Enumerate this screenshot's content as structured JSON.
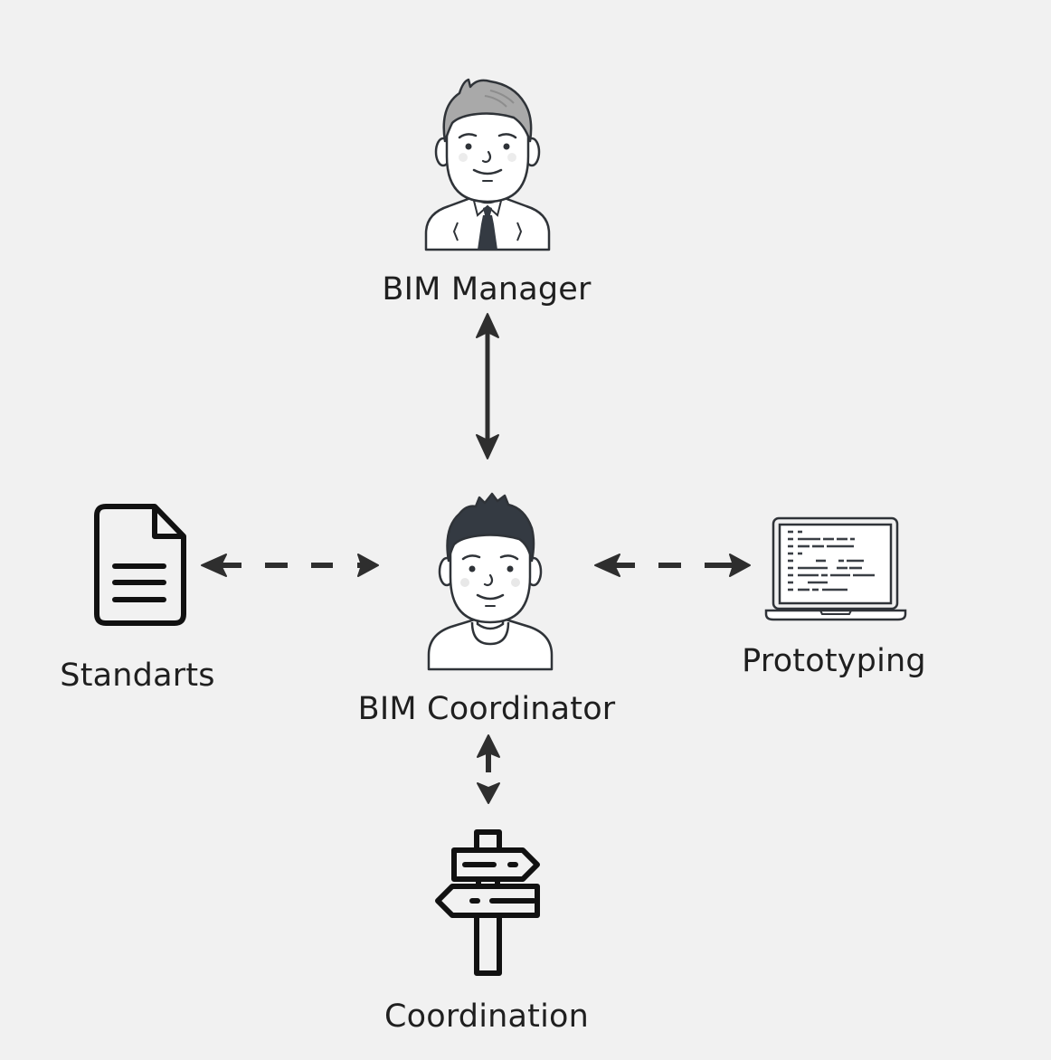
{
  "diagram": {
    "nodes": [
      {
        "id": "bim-manager",
        "label": "BIM Manager",
        "icon": "manager-avatar-icon"
      },
      {
        "id": "bim-coordinator",
        "label": "BIM Coordinator",
        "icon": "coordinator-avatar-icon"
      },
      {
        "id": "standarts",
        "label": "Standarts",
        "icon": "document-icon"
      },
      {
        "id": "prototyping",
        "label": "Prototyping",
        "icon": "laptop-code-icon"
      },
      {
        "id": "coordination",
        "label": "Coordination",
        "icon": "signpost-icon"
      }
    ],
    "edges": [
      {
        "from": "bim-manager",
        "to": "bim-coordinator",
        "style": "solid",
        "direction": "bidirectional"
      },
      {
        "from": "standarts",
        "to": "bim-coordinator",
        "style": "dashed",
        "direction": "bidirectional"
      },
      {
        "from": "bim-coordinator",
        "to": "prototyping",
        "style": "dashed",
        "direction": "bidirectional"
      },
      {
        "from": "bim-coordinator",
        "to": "coordination",
        "style": "broken",
        "direction": "bidirectional"
      }
    ]
  },
  "colors": {
    "background": "#f1f1f1",
    "stroke": "#2f3338",
    "arrow": "#2e2e2e",
    "manager_hair": "#a9a9a9",
    "coordinator_hair": "#343a42",
    "text": "#1f1f1f"
  }
}
